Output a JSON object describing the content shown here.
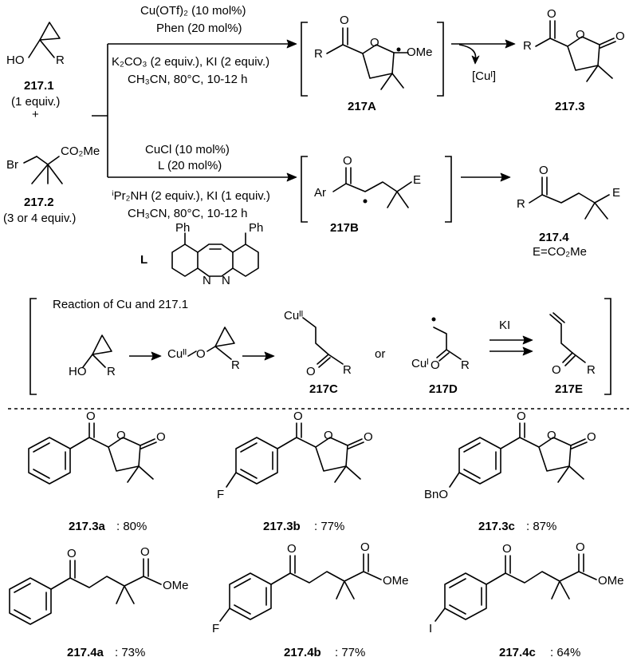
{
  "reagents": {
    "r1_label": "217.1",
    "r1_equiv": "(1 equiv.)",
    "plus": "+",
    "r2_label": "217.2",
    "r2_equiv": "(3 or 4 equiv.)"
  },
  "top_route": {
    "cond1": "Cu(OTf)₂ (10 mol%)",
    "cond2": "Phen (20 mol%)",
    "cond3": "K₂CO₃ (2 equiv.), KI (2 equiv.)",
    "cond4": "CH₃CN, 80°C, 10-12 h",
    "intermediate": "217A",
    "release": "[Cuᴵ]",
    "product": "217.3"
  },
  "bottom_route": {
    "cond1": "CuCl (10 mol%)",
    "cond2": "L (20 mol%)",
    "cond3": "ⁱPr₂NH (2 equiv.), KI (1 equiv.)",
    "cond4": "CH₃CN, 80°C, 10-12 h",
    "ligand_label": "L",
    "intermediate": "217B",
    "product": "217.4",
    "product_note": "E=CO₂Me"
  },
  "mechanism": {
    "title": "Reaction of Cu and 217.1",
    "or": "or",
    "reagent": "KI",
    "c": "217C",
    "d": "217D",
    "e": "217E"
  },
  "examples": {
    "a3": {
      "id": "217.3a",
      "yield": ": 80%"
    },
    "b3": {
      "id": "217.3b",
      "yield": ": 77%"
    },
    "c3": {
      "id": "217.3c",
      "yield": ": 87%"
    },
    "a4": {
      "id": "217.4a",
      "yield": ": 73%"
    },
    "b4": {
      "id": "217.4b",
      "yield": ": 77%"
    },
    "c4": {
      "id": "217.4c",
      "yield": ": 64%"
    }
  },
  "atoms": {
    "O": "O",
    "HO": "HO",
    "R": "R",
    "Br": "Br",
    "CO2Me": "CO₂Me",
    "OMe": "OMe",
    "Ar": "Ar",
    "E": "E",
    "Ph": "Ph",
    "N": "N",
    "CuII": "Cuᴵᴵ",
    "CuI": "Cuᴵ",
    "F": "F",
    "I": "I",
    "BnO": "BnO"
  }
}
